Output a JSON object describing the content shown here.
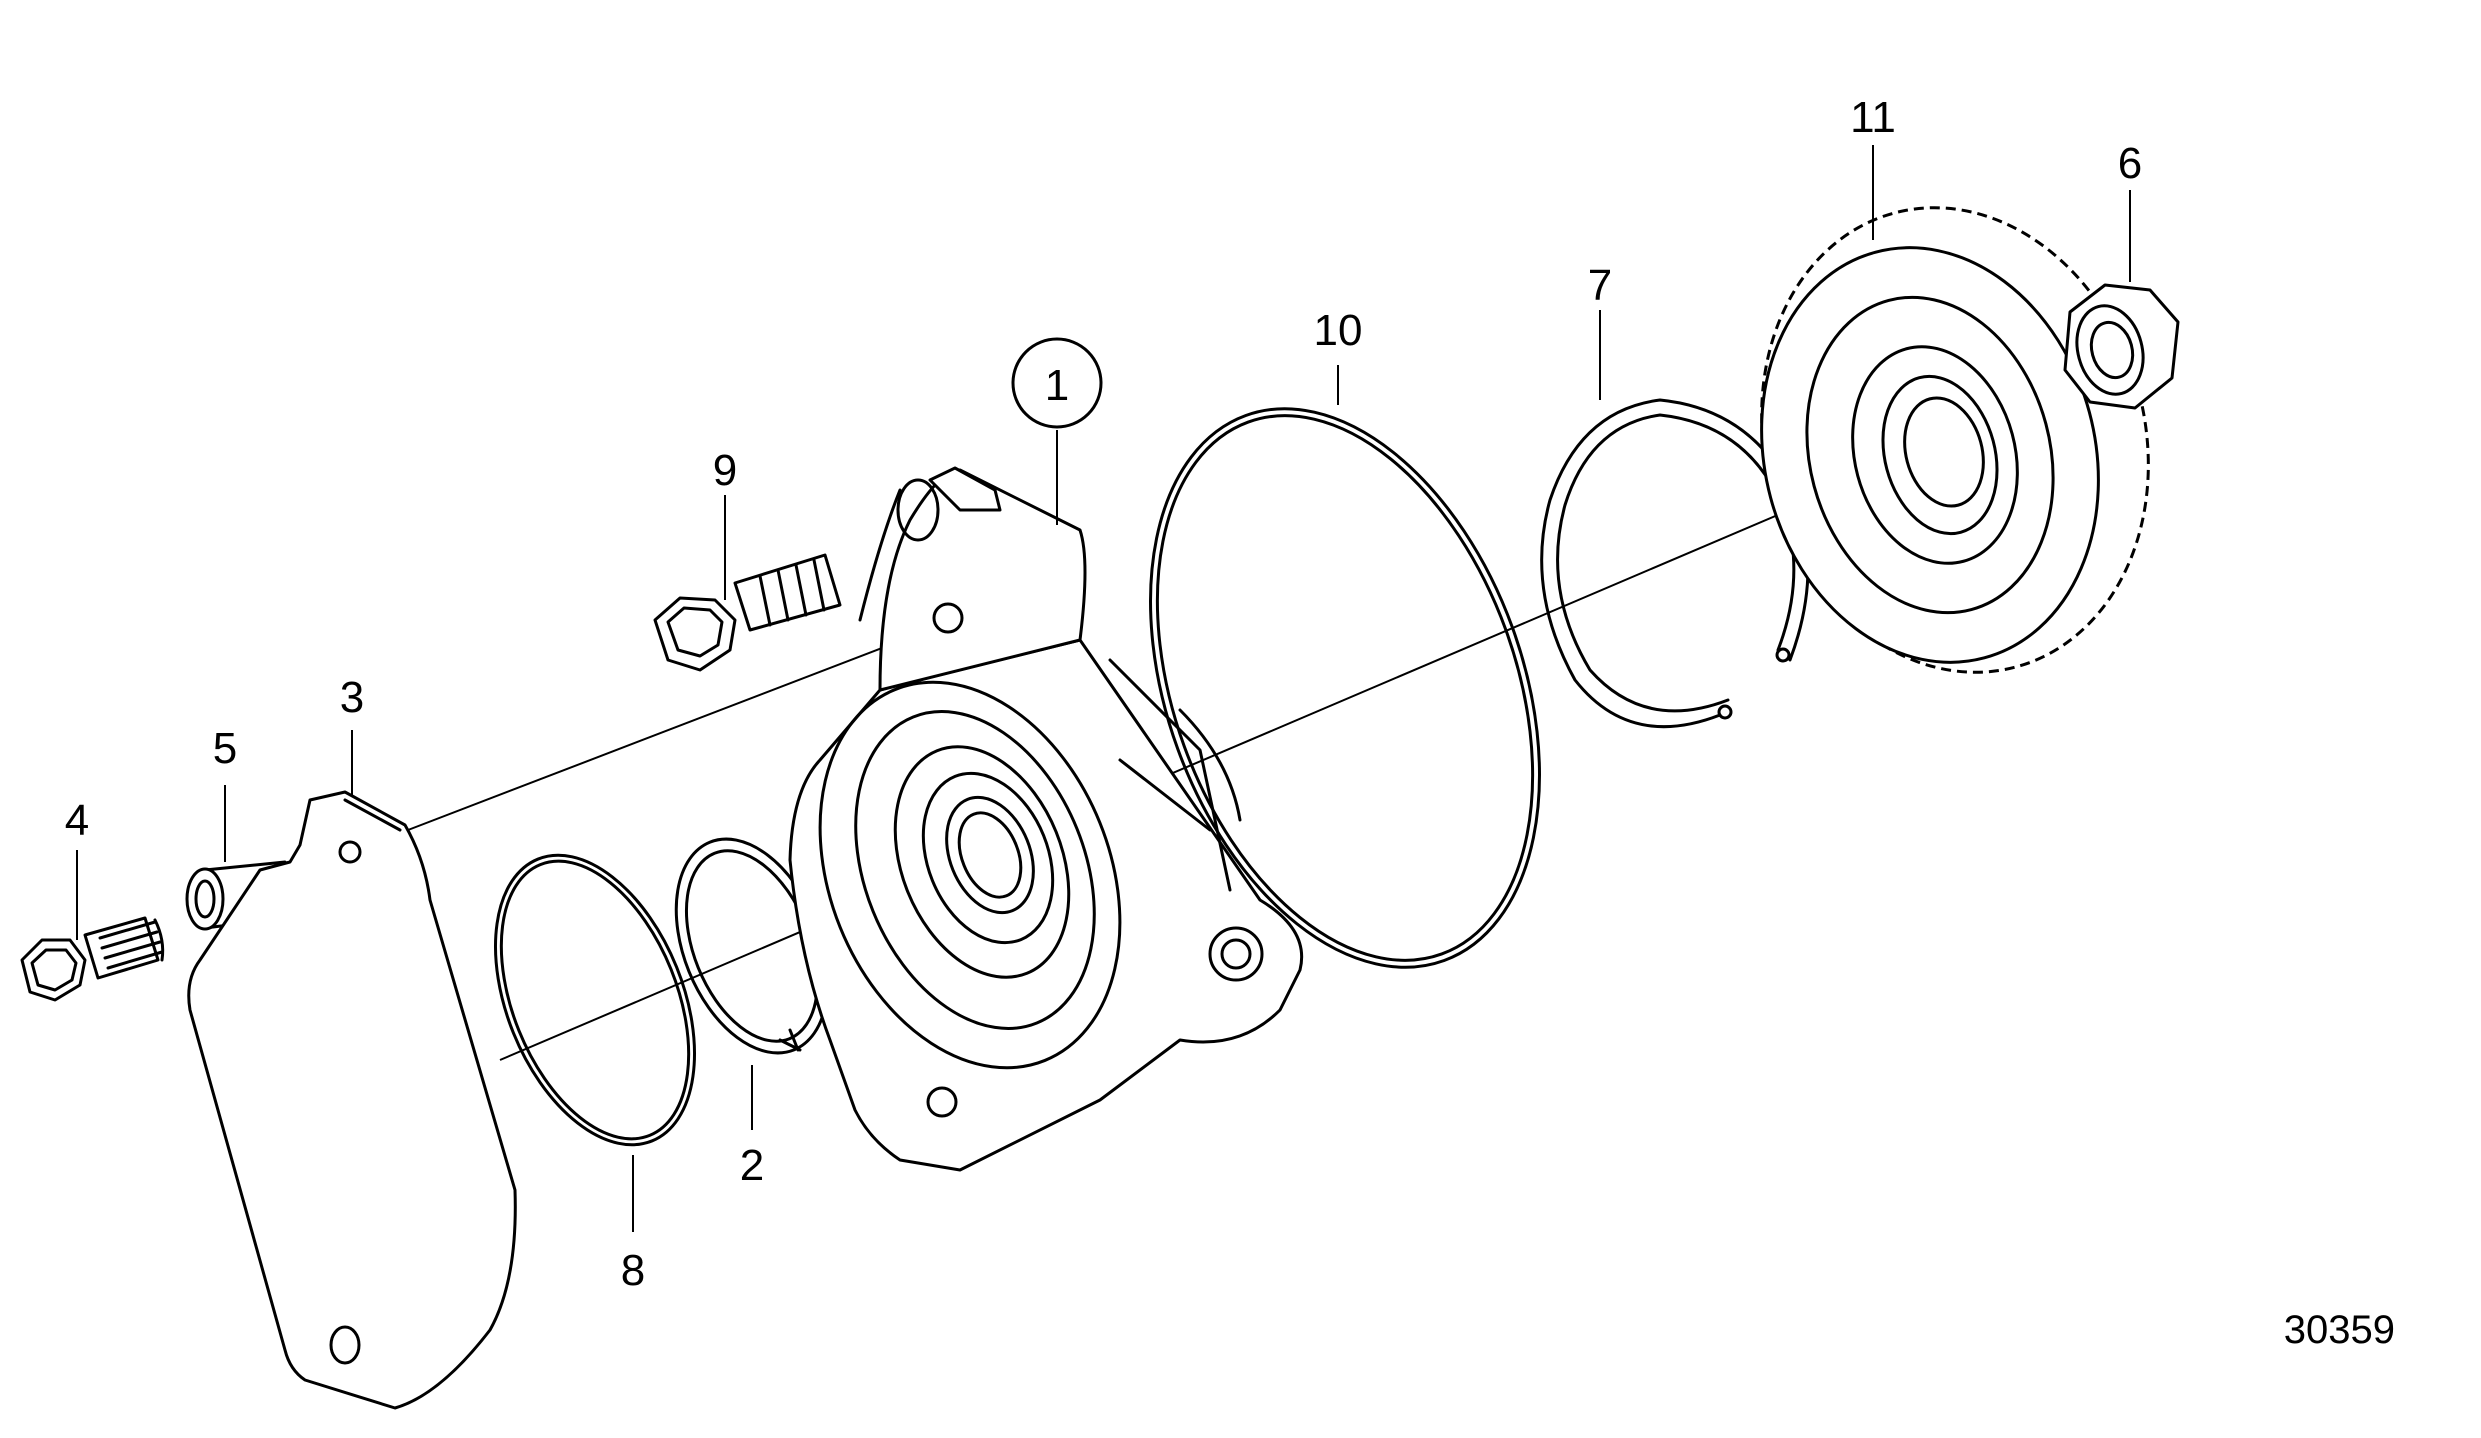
{
  "drawing_number": "30359",
  "callouts": [
    {
      "id": "c1",
      "label": "1",
      "circled": true
    },
    {
      "id": "c2",
      "label": "2"
    },
    {
      "id": "c3",
      "label": "3"
    },
    {
      "id": "c4",
      "label": "4"
    },
    {
      "id": "c5",
      "label": "5"
    },
    {
      "id": "c6",
      "label": "6"
    },
    {
      "id": "c7",
      "label": "7"
    },
    {
      "id": "c8",
      "label": "8"
    },
    {
      "id": "c9",
      "label": "9"
    },
    {
      "id": "c10",
      "label": "10"
    },
    {
      "id": "c11",
      "label": "11"
    }
  ]
}
